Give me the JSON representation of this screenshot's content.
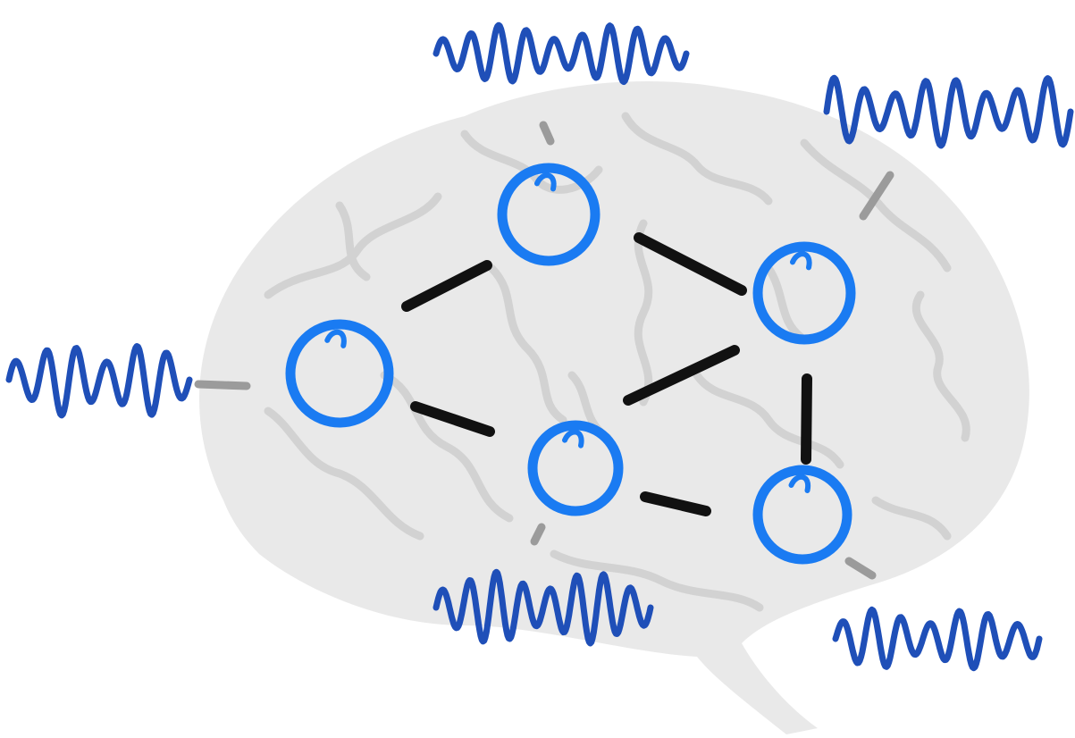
{
  "colors": {
    "background": "#ffffff",
    "brain_fill": "#e9e9e9",
    "brain_fold": "#d2d2d2",
    "node_stroke": "#1a7bf2",
    "edge": "#111111",
    "connector": "#9b9b9b",
    "signal": "#1f4fb8"
  },
  "icons": {
    "background": "brain-silhouette-icon",
    "node": "circle-node-icon",
    "signal": "oscillation-waveform-icon"
  },
  "network": {
    "nodes": [
      "n1",
      "n2",
      "n3",
      "n4",
      "n5",
      "n6"
    ],
    "edges": [
      [
        "n1",
        "n2"
      ],
      [
        "n2",
        "n3"
      ],
      [
        "n1",
        "n4"
      ],
      [
        "n4",
        "n3"
      ],
      [
        "n3",
        "n5"
      ],
      [
        "n4",
        "n5"
      ]
    ],
    "signals": [
      "n1",
      "n2",
      "n3",
      "n4",
      "n5"
    ]
  }
}
